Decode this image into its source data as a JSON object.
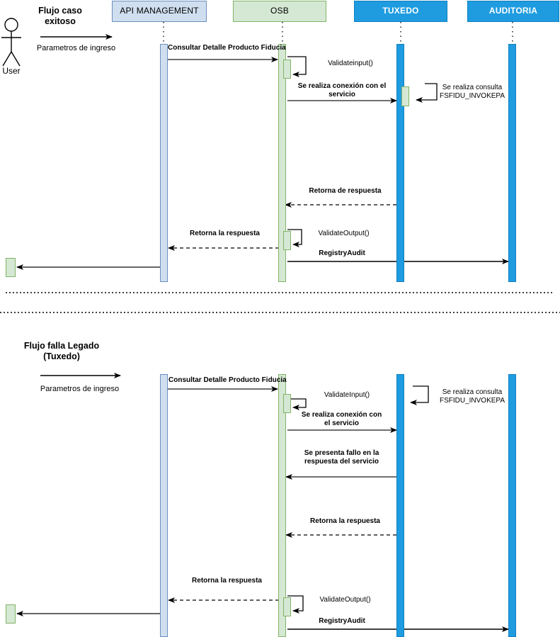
{
  "diagram": {
    "type": "uml-sequence-diagram",
    "colors": {
      "api_fill": "#cfdfef",
      "api_stroke": "#6c8ebf",
      "osb_fill": "#d5e8d4",
      "osb_stroke": "#82b366",
      "tuxedo_fill": "#1f9ce0",
      "tuxedo_stroke": "#1080c0",
      "line": "#000000",
      "separator": "#000000"
    },
    "participants": [
      {
        "id": "api",
        "label": "API MANAGEMENT",
        "style": "light-blue"
      },
      {
        "id": "osb",
        "label": "OSB",
        "style": "light-green"
      },
      {
        "id": "tuxedo",
        "label": "TUXEDO",
        "style": "solid-blue"
      },
      {
        "id": "auditoria",
        "label": "AUDITORIA",
        "style": "solid-blue"
      }
    ]
  },
  "flow1": {
    "title": "Flujo caso\nexitoso",
    "actor_label": "User",
    "input_label": "Parametros de ingreso",
    "messages": [
      {
        "id": "m1",
        "label": "Consultar Detalle Producto Fiducia",
        "from": "user-api",
        "to": "osb",
        "kind": "sync"
      },
      {
        "id": "m2",
        "label": "Validateinput()",
        "from": "osb",
        "to": "osb",
        "kind": "self"
      },
      {
        "id": "m3",
        "label": "Se realiza conexión con el\nservicio",
        "from": "osb",
        "to": "tuxedo",
        "kind": "sync"
      },
      {
        "id": "m4",
        "label": "Se realiza consulta\nFSFIDU_INVOKEPA",
        "from": "tuxedo",
        "to": "tuxedo",
        "kind": "self"
      },
      {
        "id": "m5",
        "label": "Retorna de respuesta",
        "from": "tuxedo",
        "to": "osb",
        "kind": "return"
      },
      {
        "id": "m6",
        "label": "Retorna la respuesta",
        "from": "osb",
        "to": "api",
        "kind": "return"
      },
      {
        "id": "m7",
        "label": "ValidateOutput()",
        "from": "osb",
        "to": "osb",
        "kind": "self"
      },
      {
        "id": "m8",
        "label": "RegistryAudit",
        "from": "osb",
        "to": "auditoria",
        "kind": "sync"
      },
      {
        "id": "m9",
        "label": "",
        "from": "api",
        "to": "user",
        "kind": "sync"
      }
    ]
  },
  "flow2": {
    "title": "Flujo falla Legado\n(Tuxedo)",
    "input_label": "Parametros de ingreso",
    "messages": [
      {
        "id": "n1",
        "label": "Consultar Detalle Producto Fiducia",
        "from": "api",
        "to": "osb",
        "kind": "sync"
      },
      {
        "id": "n2",
        "label": "ValidateInput()",
        "from": "osb",
        "to": "osb",
        "kind": "self"
      },
      {
        "id": "n3",
        "label": "Se realiza conexión con\nel servicio",
        "from": "osb",
        "to": "tuxedo",
        "kind": "sync"
      },
      {
        "id": "n4",
        "label": "Se realiza consulta\nFSFIDU_INVOKEPA",
        "from": "tuxedo",
        "to": "tuxedo",
        "kind": "self"
      },
      {
        "id": "n5",
        "label": "Se presenta fallo en la\nrespuesta del servicio",
        "from": "tuxedo",
        "to": "osb",
        "kind": "sync"
      },
      {
        "id": "n6",
        "label": "Retorna la respuesta",
        "from": "tuxedo",
        "to": "osb",
        "kind": "return"
      },
      {
        "id": "n7",
        "label": "Retorna la respuesta",
        "from": "osb",
        "to": "api",
        "kind": "return"
      },
      {
        "id": "n8",
        "label": "ValidateOutput()",
        "from": "osb",
        "to": "osb",
        "kind": "self"
      },
      {
        "id": "n9",
        "label": "RegistryAudit",
        "from": "osb",
        "to": "auditoria",
        "kind": "sync"
      },
      {
        "id": "n10",
        "label": "",
        "from": "api",
        "to": "user",
        "kind": "sync"
      }
    ]
  }
}
